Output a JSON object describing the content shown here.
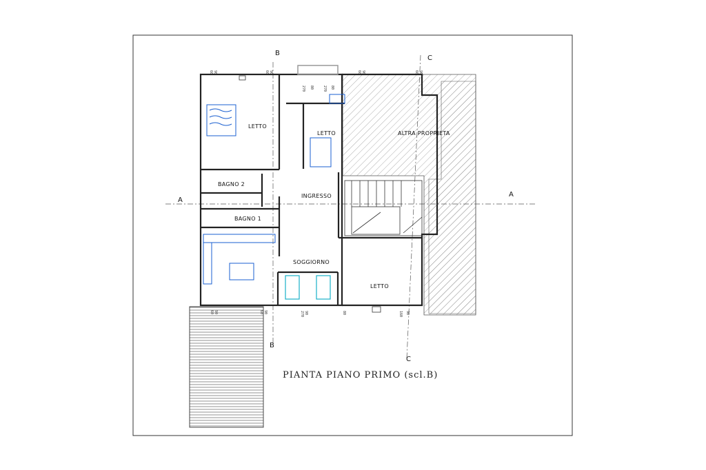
{
  "drawing_title": "PIANTA PIANO PRIMO (scl.B)",
  "rooms": {
    "letto_1": "LETTO",
    "letto_2": "LETTO",
    "letto_3": "LETTO",
    "bagno_1": "BAGNO 1",
    "bagno_2": "BAGNO 2",
    "ingresso": "INGRESSO",
    "soggiorno": "SOGGIORNO",
    "altra_proprieta": "ALTRA PROPRIETA"
  },
  "section_markers": {
    "a_left": "A",
    "a_right": "A",
    "b_top": "B",
    "b_bottom": "B",
    "c_top": "C",
    "c_bottom": "C"
  },
  "dimensions": {
    "top": [
      "60",
      "90",
      "60",
      "90",
      "60",
      "90",
      "60",
      "90"
    ],
    "top_door": [
      "270",
      "80",
      "270",
      "80"
    ],
    "bottom": [
      "60",
      "90",
      "60",
      "90",
      "270",
      "90",
      "80",
      "160",
      "90"
    ]
  },
  "colors": {
    "walls": "#222222",
    "furniture": "#1a5fd0",
    "sofas": "#18b0c8",
    "hatch": "#888888"
  }
}
